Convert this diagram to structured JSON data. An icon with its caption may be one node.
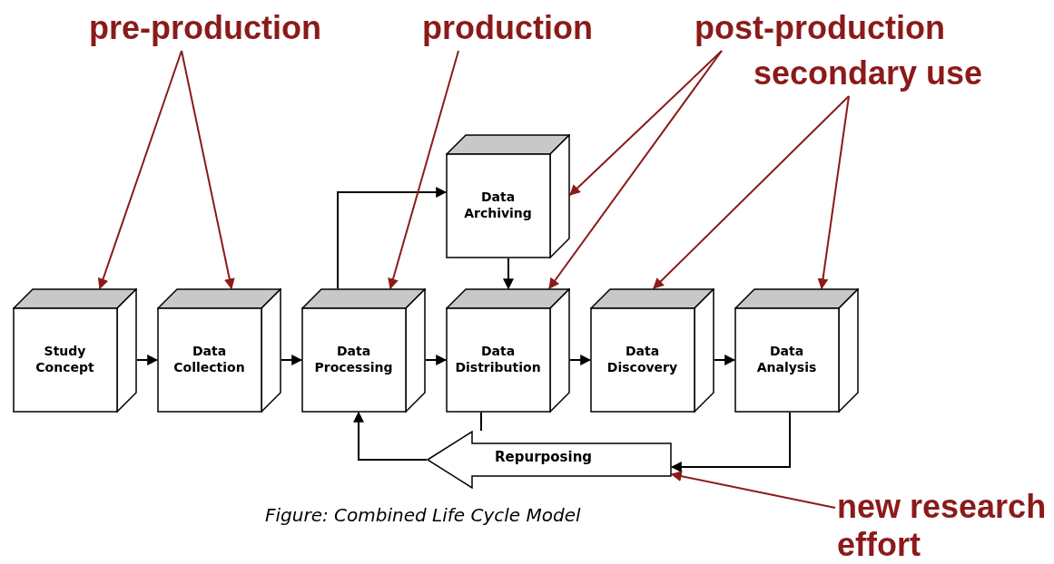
{
  "diagram": {
    "caption": "Figure: Combined Life Cycle Model",
    "nodes": [
      {
        "text": [
          "pre-production"
        ]
      },
      {
        "text": [
          "production"
        ]
      },
      {
        "text": [
          "post-production"
        ]
      },
      {
        "text": [
          "secondary use"
        ]
      },
      {
        "text": [
          "Study Concept"
        ]
      },
      {
        "text": [
          "Data Collection"
        ]
      },
      {
        "text": [
          "Data Processing"
        ]
      },
      {
        "text": [
          "Data Archiving"
        ]
      },
      {
        "text": [
          "Data Distribution"
        ]
      },
      {
        "text": [
          "Data Discovery"
        ]
      },
      {
        "text": [
          "Data Analysis"
        ]
      },
      {
        "text": [
          "Repurposing"
        ]
      },
      {
        "text": [
          "new research effort"
        ]
      }
    ],
    "edges": [
      {
        "from": 4,
        "to": 5,
        "arrow": "to"
      },
      {
        "from": 5,
        "to": 6,
        "arrow": "to"
      },
      {
        "from": 6,
        "to": 8,
        "arrow": "to"
      },
      {
        "from": 8,
        "to": 9,
        "arrow": "to"
      },
      {
        "from": 9,
        "to": 10,
        "arrow": "to"
      },
      {
        "from": 6,
        "to": 7,
        "arrow": "to"
      },
      {
        "from": 7,
        "to": 8,
        "arrow": "to"
      },
      {
        "from": 8,
        "to": 11,
        "arrow": "none"
      },
      {
        "from": 10,
        "to": 11,
        "arrow": "to"
      },
      {
        "from": 11,
        "to": 6,
        "arrow": "to"
      },
      {
        "from": 0,
        "to": 4,
        "arrow": "to",
        "color": "#8b1a1a"
      },
      {
        "from": 0,
        "to": 5,
        "arrow": "to",
        "color": "#8b1a1a"
      },
      {
        "from": 1,
        "to": 6,
        "arrow": "to",
        "color": "#8b1a1a"
      },
      {
        "from": 2,
        "to": 7,
        "arrow": "to",
        "color": "#8b1a1a"
      },
      {
        "from": 2,
        "to": 8,
        "arrow": "to",
        "color": "#8b1a1a"
      },
      {
        "from": 3,
        "to": 9,
        "arrow": "to",
        "color": "#8b1a1a"
      },
      {
        "from": 3,
        "to": 10,
        "arrow": "to",
        "color": "#8b1a1a"
      },
      {
        "from": 12,
        "to": 11,
        "arrow": "to",
        "color": "#8b1a1a"
      }
    ]
  }
}
